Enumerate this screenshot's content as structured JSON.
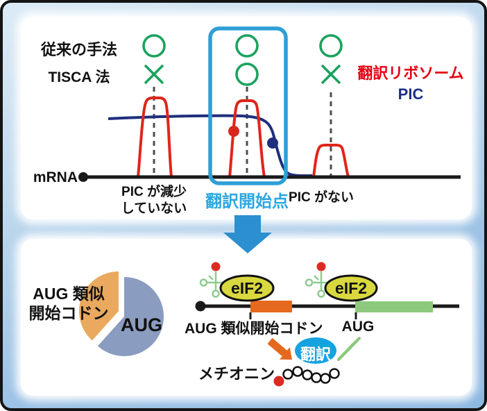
{
  "top_panel": {
    "row1_label": "従来の手法",
    "row2_label": "TISCA 法",
    "legend": {
      "ribosome": "翻訳リボソーム",
      "pic": "PIC"
    },
    "mrna_label": "mRNA",
    "annotations": {
      "left_line1": "PIC が減少",
      "left_line2": "していない",
      "center": "翻訳開始点",
      "right": "PIC がない"
    },
    "marks": {
      "columns": 3,
      "row1": [
        "circle",
        "circle",
        "circle"
      ],
      "row2": [
        "cross",
        "circle",
        "cross"
      ]
    }
  },
  "bottom_panel": {
    "pie_label_line1": "AUG 類似",
    "pie_label_line2": "開始コドン",
    "pie_aug_label": "AUG",
    "eif2_label": "eIF2",
    "codon_left_label": "AUG 類似開始コドン",
    "codon_right_label": "AUG",
    "translation_label": "翻訳",
    "methionine_label": "メチオニン"
  },
  "chart_data": {
    "type": "pie",
    "labels": [
      "AUG",
      "AUG 類似開始コドン"
    ],
    "values_percent_estimated": [
      62,
      38
    ],
    "colors": [
      "#8b9cc1",
      "#eaa95e"
    ],
    "legend_position": "labels-adjacent",
    "title": ""
  },
  "colors": {
    "frame_border": "#141414",
    "background_blue": "#9cc2e6",
    "highlight_box_blue": "#2e9fd6",
    "accent_lightblue_text": "#2ba7e0",
    "big_arrow_blue": "#2b8fd0",
    "translation_oval_blue": "#15a3e0",
    "ribosome_red": "#e0251b",
    "legend_red": "#e60012",
    "pic_navy": "#1f2e7d",
    "mark_green": "#1aa25e",
    "orange_orf": "#e4691e",
    "green_orf": "#8cc97d",
    "eif2_fill": "#d9d83f",
    "trna_green": "#90cc90",
    "pie_blue": "#8b9cc1",
    "pie_orange": "#eaa95e"
  }
}
